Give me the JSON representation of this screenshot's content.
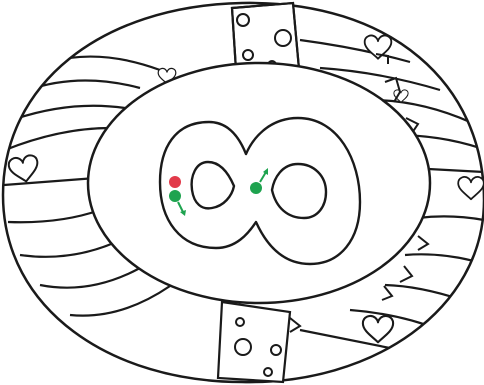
{
  "colors": {
    "line": "#1a1a1a",
    "fill": "#ffffff",
    "start_marker": "#e23a4a",
    "player_marker": "#1ea34f"
  },
  "game": {
    "puzzle_shape": "figure-eight",
    "decorations": [
      "heart-icon",
      "circle-icon",
      "bracket-notch-icon"
    ],
    "markers": [
      {
        "name": "start-marker",
        "color_key": "start_marker"
      },
      {
        "name": "player-marker-left",
        "color_key": "player_marker",
        "arrow": "down-right"
      },
      {
        "name": "player-marker-right",
        "color_key": "player_marker",
        "arrow": "up-right"
      }
    ]
  }
}
